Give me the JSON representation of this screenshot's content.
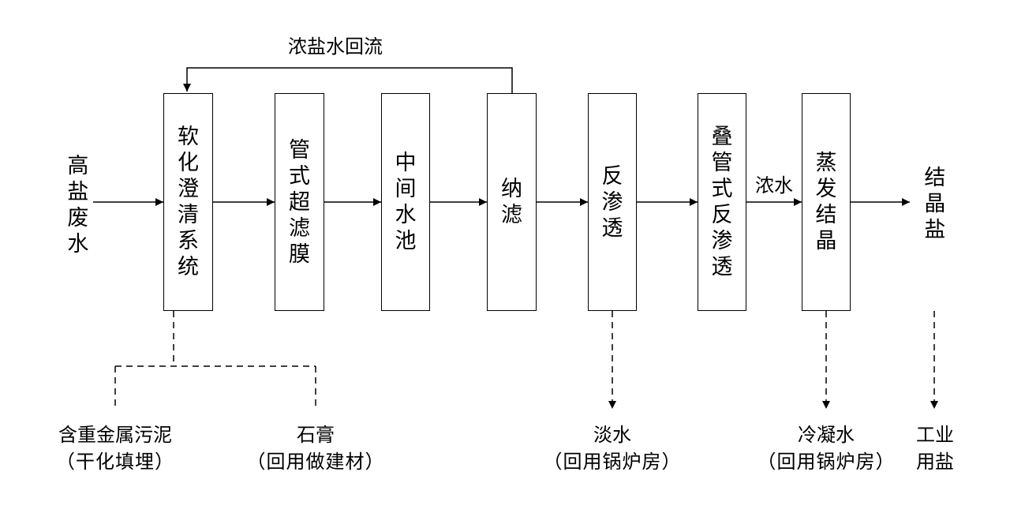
{
  "input": "高盐废水",
  "recycle_label": "浓盐水回流",
  "steps": [
    {
      "label": "软化澄清系统"
    },
    {
      "label": "管式超滤膜"
    },
    {
      "label": "中间水池"
    },
    {
      "label": "纳滤"
    },
    {
      "label": "反渗透"
    },
    {
      "label": "叠管式反渗透"
    },
    {
      "label": "蒸发结晶"
    }
  ],
  "concentrate_label": "浓水",
  "final_product": "结晶盐",
  "outputs": {
    "sludge": {
      "name": "含重金属污泥",
      "note": "（干化填埋）"
    },
    "gypsum": {
      "name": "石膏",
      "note": "（回用做建材）"
    },
    "fresh_water": {
      "name": "淡水",
      "note": "（回用锅炉房）"
    },
    "condensate": {
      "name": "冷凝水",
      "note": "（回用锅炉房）"
    },
    "industrial_salt": {
      "name": "工业用盐"
    }
  }
}
